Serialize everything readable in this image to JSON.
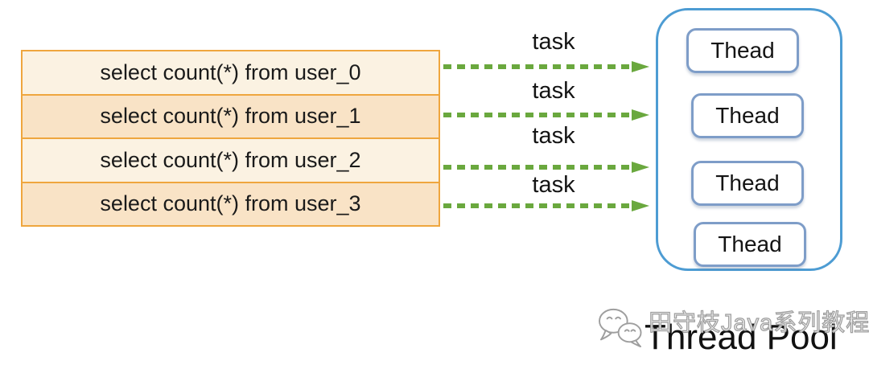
{
  "queries": [
    {
      "text": "select count(*) from user_0"
    },
    {
      "text": "select count(*) from user_1"
    },
    {
      "text": "select count(*) from user_2"
    },
    {
      "text": "select count(*) from user_3"
    }
  ],
  "arrows": [
    {
      "label": "task"
    },
    {
      "label": "task"
    },
    {
      "label": "task"
    },
    {
      "label": "task"
    }
  ],
  "thread_pool": {
    "title": "Thread Pool",
    "threads": [
      {
        "label": "Thead"
      },
      {
        "label": "Thead"
      },
      {
        "label": "Thead"
      },
      {
        "label": "Thead"
      }
    ]
  },
  "watermark": {
    "icon": "wechat-icon",
    "text": "田守枝Java系列教程"
  },
  "colors": {
    "table_border": "#EFA63E",
    "row_fill_light": "#FBF2E2",
    "row_fill_dark": "#F9E3C6",
    "arrow_green": "#6AA83E",
    "pool_border": "#4D9CD3",
    "thread_box_border": "#7E9DC8",
    "text_black": "#1A1A1A",
    "watermark_gray": "#9E9E9E"
  }
}
